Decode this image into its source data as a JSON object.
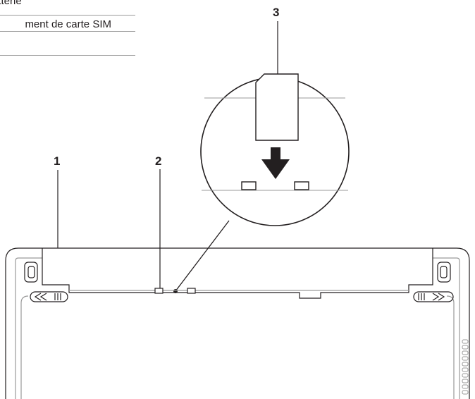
{
  "legend": {
    "items": [
      {
        "text": "atterie"
      },
      {
        "text": "ment de carte SIM"
      },
      {
        "text": ""
      }
    ]
  },
  "callouts": [
    "1",
    "2",
    "3"
  ],
  "colors": {
    "line": "#231f20",
    "rule": "#9a9a9a",
    "light": "#c8c8c8"
  }
}
